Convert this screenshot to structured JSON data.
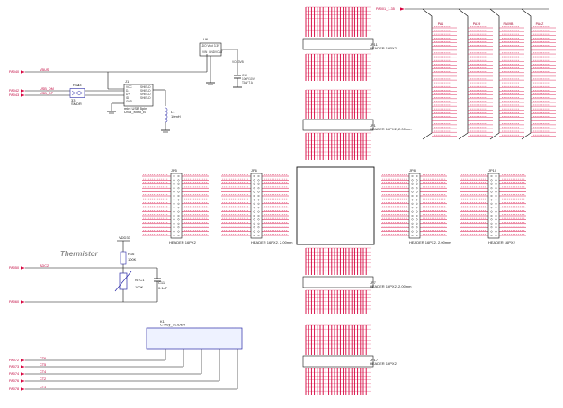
{
  "diagram": {
    "thermistor_title": "Thermistor",
    "left_ports": [
      "PA040",
      "PA042",
      "PA043",
      "PA050",
      "PA060",
      "PA072",
      "PA073",
      "PA074",
      "PA076",
      "PA078"
    ],
    "left_signals": [
      "VBUS",
      "USB_DM",
      "USB_DP",
      "ADC2",
      "CT6",
      "CT5",
      "CT4",
      "CT2",
      "CT1"
    ],
    "top_port": "PA001_1-35",
    "usb_resistor": {
      "ref": "R12",
      "value": "33",
      "extra": "33",
      "part": "SMDR"
    },
    "usb_connector": {
      "ref": "J1",
      "pins": [
        "VCC",
        "D-",
        "D+",
        "ID",
        "GND"
      ],
      "shield": [
        "SHIELD",
        "SHIELD",
        "SHIELD",
        "SHIELD"
      ],
      "part": "mini USB 5pin",
      "footprint": "USB_MINI_B"
    },
    "regulator": {
      "ref": "U6",
      "part": "LDO Vout 3.3V",
      "pins": [
        "VIN",
        "GND",
        "VOUT"
      ]
    },
    "cap_c10": {
      "net": "VCC3VB",
      "ref": "C10",
      "value": "10uF/10V",
      "extra": "TAN“T A"
    },
    "inductor": {
      "ref": "L1",
      "value": "10mH"
    },
    "thermistor": {
      "vdd": "VDD33",
      "r_ref": "R16",
      "r_val": "100K",
      "ntc_ref": "NTC1",
      "ntc_val": "100K",
      "cap_ref": "C11",
      "cap_val": "0.1uF"
    },
    "slider": {
      "ref": "K1",
      "label": "CTkey_SLIDER"
    },
    "headers": [
      {
        "ref": "JP11",
        "label": "HEADER 16PX2"
      },
      {
        "ref": "JP1",
        "label": "HEADER 16PX2, 2.00mm"
      },
      {
        "ref": "JP5",
        "label": "HEADER 16PX2"
      },
      {
        "ref": "JP6",
        "label": "HEADER 16PX2, 2.00mm"
      },
      {
        "ref": "JP8",
        "label": "HEADER 16PX2, 2.00mm"
      },
      {
        "ref": "JP10",
        "label": "HEADER 16PX2"
      },
      {
        "ref": "JP7",
        "label": "HEADER 16PX2, 2.00mm"
      },
      {
        "ref": "JP17",
        "label": "HEADER 16PX2"
      }
    ],
    "bus_columns": [
      "PA1",
      "PA19",
      "PA09B",
      "PA4Z"
    ]
  }
}
